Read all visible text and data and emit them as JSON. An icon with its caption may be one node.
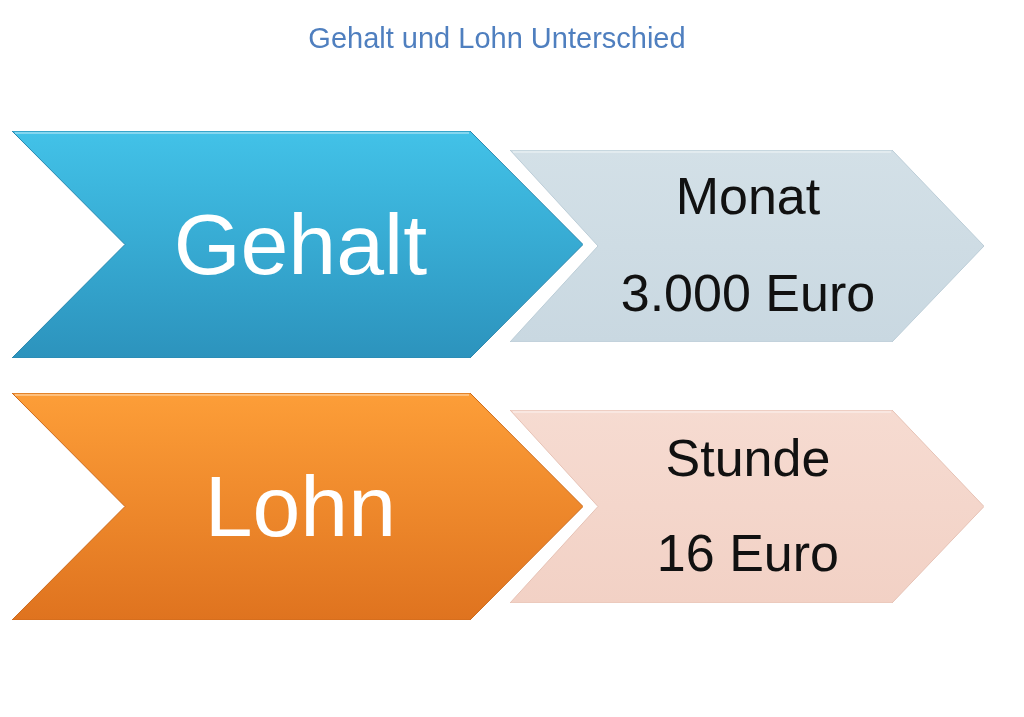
{
  "diagram": {
    "title": "Gehalt und Lohn Unterschied",
    "nodes": [
      {
        "text": [
          "Gehalt"
        ]
      },
      {
        "text": [
          "Monat",
          "3.000 Euro"
        ]
      },
      {
        "text": [
          "Lohn"
        ]
      },
      {
        "text": [
          "Stunde",
          "16 Euro"
        ]
      }
    ]
  }
}
